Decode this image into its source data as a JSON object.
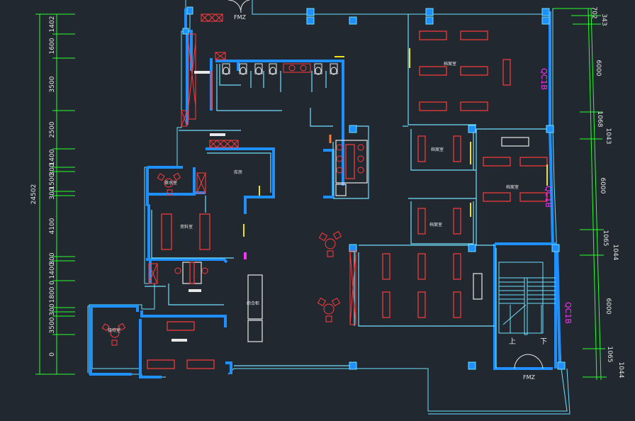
{
  "colors": {
    "background": "#212830",
    "wall_outer": "#1e90ff",
    "wall_inner": "#6fe0ff",
    "furniture": "#ff3b3b",
    "dimension": "#2bff2b",
    "axis_tag": "#ff33ff",
    "accent_yellow": "#f0e020",
    "text": "#e8e8e8"
  },
  "left_dimensions": {
    "total": "24502",
    "segments": [
      "1402",
      "1600",
      "3500",
      "2500",
      "1400",
      "300",
      "1500",
      "300",
      "4100",
      "300",
      "1400",
      "0",
      "1800",
      "300",
      "3500",
      "0"
    ]
  },
  "right_dimensions": {
    "segments": [
      "702",
      "343",
      "6000",
      "1068",
      "1043",
      "6000",
      "1065",
      "1044",
      "6000",
      "1065",
      "1044"
    ]
  },
  "axis_tags": [
    "QC1B",
    "QC1B",
    "QC1B"
  ],
  "door_tags": [
    "FMZ",
    "FMZ"
  ],
  "room_labels": [
    "档案室",
    "档案室",
    "档案室",
    "档案室",
    "茶水室",
    "库房",
    "资料室",
    "综合柜",
    "接待室"
  ],
  "stair_labels": {
    "up": "上",
    "down": "下"
  }
}
